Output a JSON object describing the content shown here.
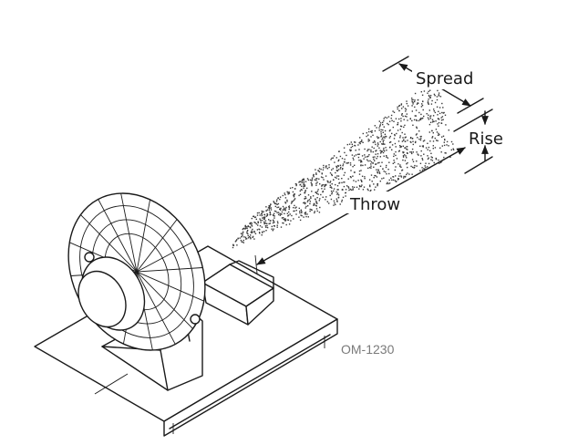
{
  "labels": {
    "spread": "Spread",
    "rise": "Rise",
    "throw": "Throw",
    "drawing_code": "OM-1230"
  },
  "colors": {
    "line": "#1a1a1a",
    "mist_dots": "#3a3a3a",
    "code_text": "#7a7a7a",
    "background": "#ffffff"
  }
}
